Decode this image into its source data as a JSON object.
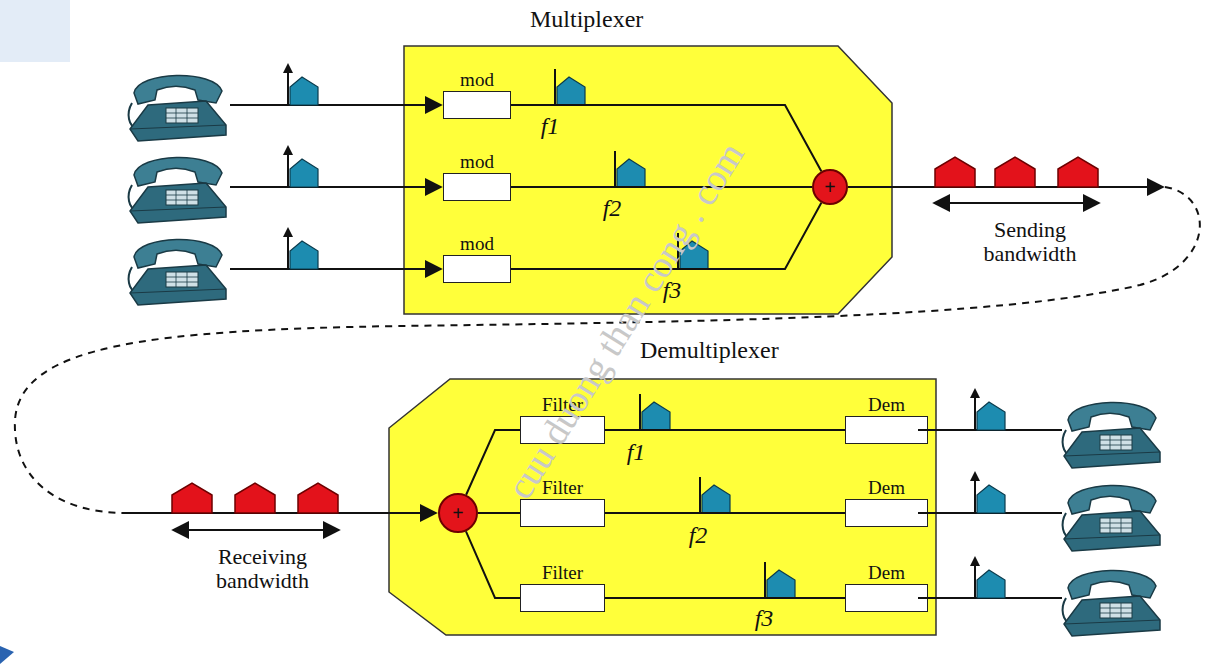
{
  "diagram": {
    "nodes": [
      {
        "text": [
          "Multiplexer"
        ]
      },
      {
        "text": [
          "mod"
        ],
        "in": 0
      },
      {
        "text": [
          "mod"
        ],
        "in": 0
      },
      {
        "text": [
          "mod"
        ],
        "in": 0
      },
      {
        "text": [
          "+"
        ],
        "in": 0
      },
      {
        "text": [
          "Demultiplexer"
        ]
      },
      {
        "text": [
          "+"
        ],
        "in": 5
      },
      {
        "text": [
          "Filter"
        ],
        "in": 5
      },
      {
        "text": [
          "Filter"
        ],
        "in": 5
      },
      {
        "text": [
          "Filter"
        ],
        "in": 5
      },
      {
        "text": [
          "Dem"
        ],
        "in": 5
      },
      {
        "text": [
          "Dem"
        ],
        "in": 5
      },
      {
        "text": [
          "Dem"
        ],
        "in": 5
      }
    ],
    "edges": [
      {
        "from": 1,
        "to": 4,
        "arrow": "none",
        "label": "f1"
      },
      {
        "from": 2,
        "to": 4,
        "arrow": "none",
        "label": "f2"
      },
      {
        "from": 3,
        "to": 4,
        "arrow": "none",
        "label": "f3"
      },
      {
        "from": 6,
        "to": 7,
        "arrow": "none"
      },
      {
        "from": 6,
        "to": 8,
        "arrow": "none"
      },
      {
        "from": 6,
        "to": 9,
        "arrow": "none"
      },
      {
        "from": 7,
        "to": 10,
        "arrow": "none",
        "label": "f1"
      },
      {
        "from": 8,
        "to": 11,
        "arrow": "none",
        "label": "f2"
      },
      {
        "from": 9,
        "to": 12,
        "arrow": "none",
        "label": "f3"
      }
    ],
    "labels": [
      "Sending bandwidth",
      "Receiving bandwidth",
      "cuu duong than cong . com"
    ]
  }
}
